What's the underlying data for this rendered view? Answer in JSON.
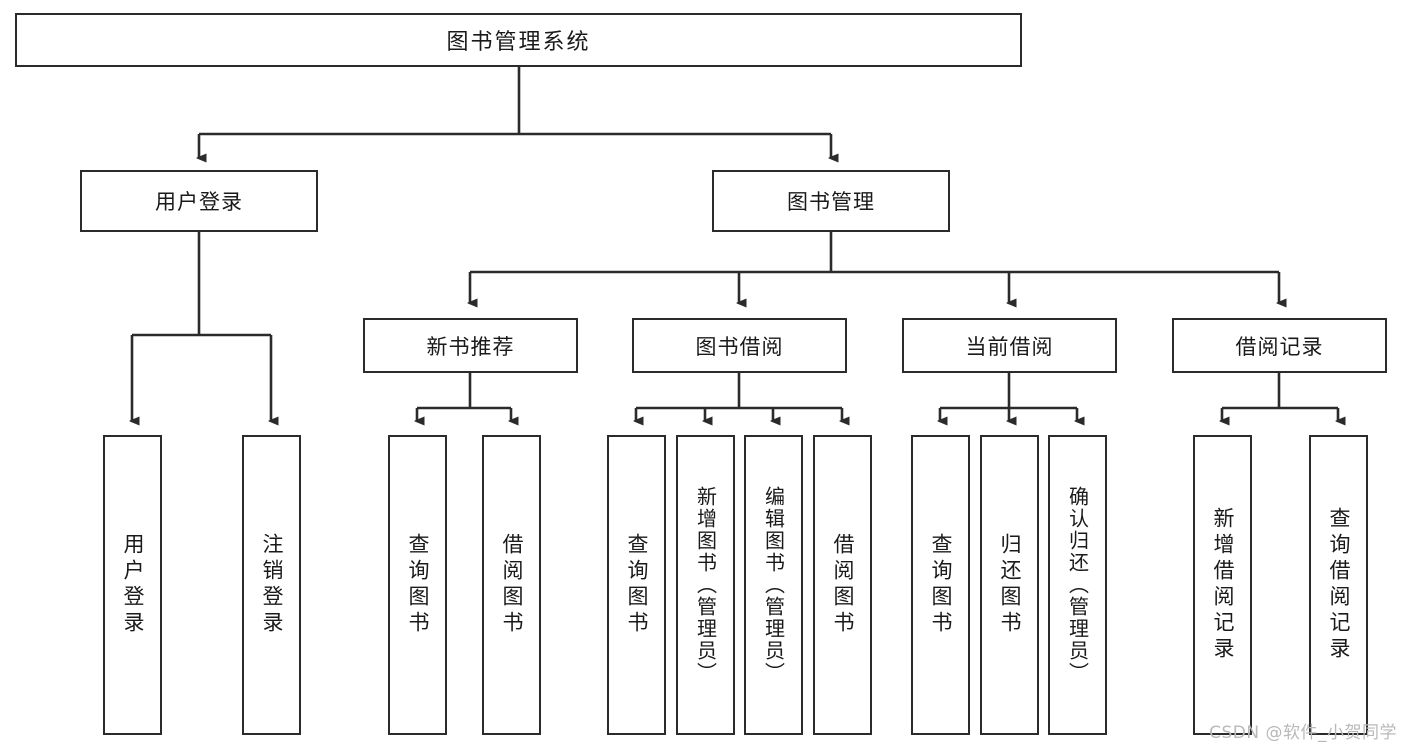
{
  "diagram": {
    "title_node": {
      "label": "图书管理系统"
    },
    "level2": [
      {
        "id": "user-login",
        "label": "用户登录"
      },
      {
        "id": "book-manage",
        "label": "图书管理"
      }
    ],
    "level3": [
      {
        "id": "new-book-recommend",
        "label": "新书推荐"
      },
      {
        "id": "book-borrow",
        "label": "图书借阅"
      },
      {
        "id": "current-borrow",
        "label": "当前借阅"
      },
      {
        "id": "borrow-record",
        "label": "借阅记录"
      }
    ],
    "leaves": [
      {
        "id": "leaf-user-login",
        "label": "用户登录"
      },
      {
        "id": "leaf-logout-login",
        "label": "注销登录"
      },
      {
        "id": "leaf-query-book-1",
        "label": "查询图书"
      },
      {
        "id": "leaf-borrow-book-1",
        "label": "借阅图书"
      },
      {
        "id": "leaf-query-book-2",
        "label": "查询图书"
      },
      {
        "id": "leaf-add-book",
        "label": "新增图书（管理员）"
      },
      {
        "id": "leaf-edit-book",
        "label": "编辑图书（管理员）"
      },
      {
        "id": "leaf-borrow-book-2",
        "label": "借阅图书"
      },
      {
        "id": "leaf-query-book-3",
        "label": "查询图书"
      },
      {
        "id": "leaf-return-book",
        "label": "归还图书"
      },
      {
        "id": "leaf-confirm-return",
        "label": "确认归还（管理员）"
      },
      {
        "id": "leaf-add-record",
        "label": "新增借阅记录"
      },
      {
        "id": "leaf-query-record",
        "label": "查询借阅记录"
      }
    ],
    "watermark": "CSDN @软件_小贺同学",
    "colors": {
      "stroke": "#2b2b2b",
      "fill": "#ffffff",
      "text": "#1a1a1a",
      "watermark": "#b9b9b9"
    }
  }
}
